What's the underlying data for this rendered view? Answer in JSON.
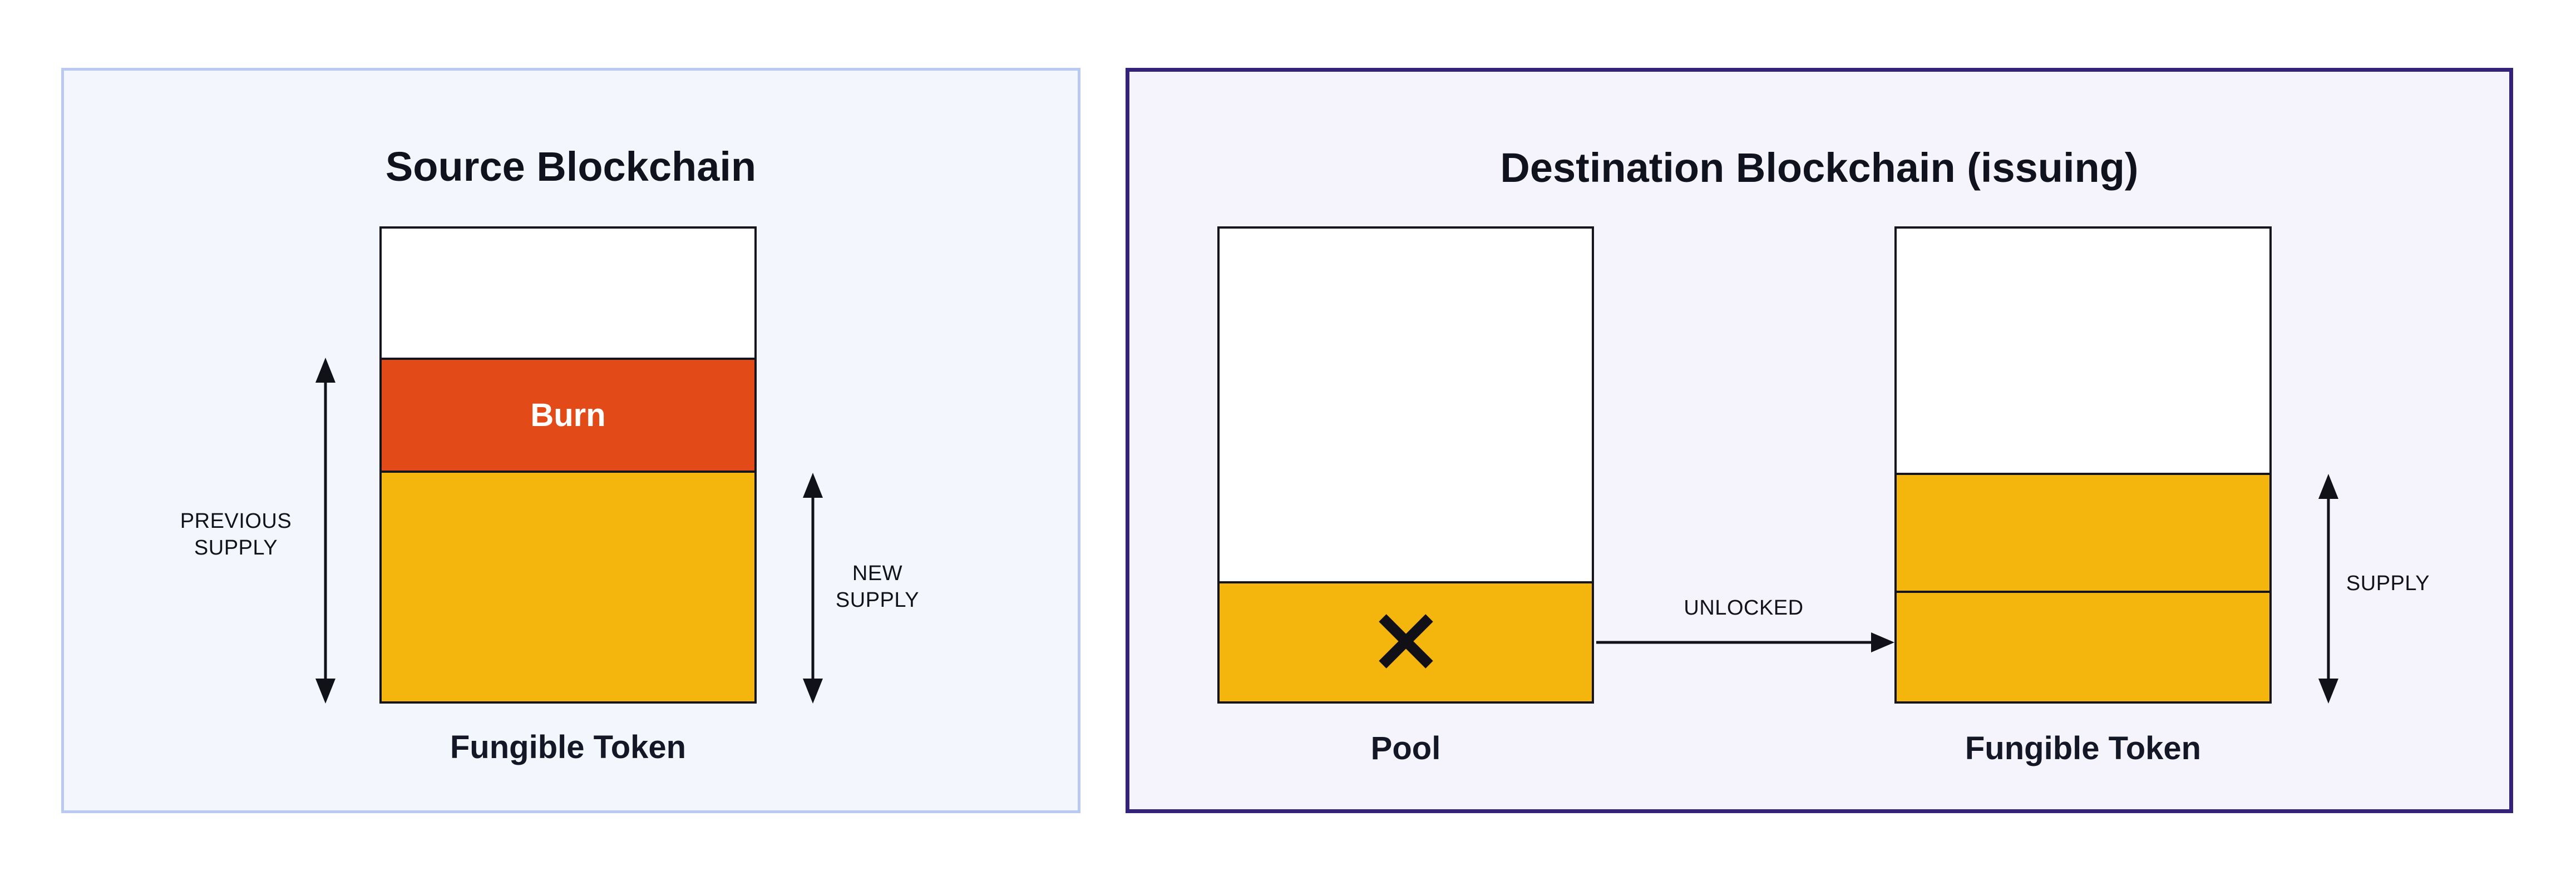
{
  "diagram": {
    "source_panel": {
      "title": "Source Blockchain",
      "bar": {
        "burn_label": "Burn",
        "caption": "Fungible Token"
      },
      "previous_supply": {
        "line1": "PREVIOUS",
        "line2": "SUPPLY"
      },
      "new_supply": {
        "line1": "NEW",
        "line2": "SUPPLY"
      }
    },
    "destination_panel": {
      "title": "Destination Blockchain (issuing)",
      "pool_bar": {
        "caption": "Pool"
      },
      "token_bar": {
        "caption": "Fungible Token"
      },
      "unlocked_label": "UNLOCKED",
      "supply_label": "SUPPLY"
    }
  },
  "colors": {
    "page_background": "#ffffff",
    "source_panel_background": "#f4f6fd",
    "source_panel_border": "#b9c9f1",
    "destination_panel_background": "#f5f3fc",
    "destination_panel_border": "#33217a",
    "burn_red": "#e24a17",
    "token_yellow": "#f4b60c",
    "outline_black": "#15161d",
    "burn_text_white": "#ffffff",
    "heading_text": "#10131d",
    "caption_text": "#141826",
    "caps_label_text": "#121318"
  }
}
